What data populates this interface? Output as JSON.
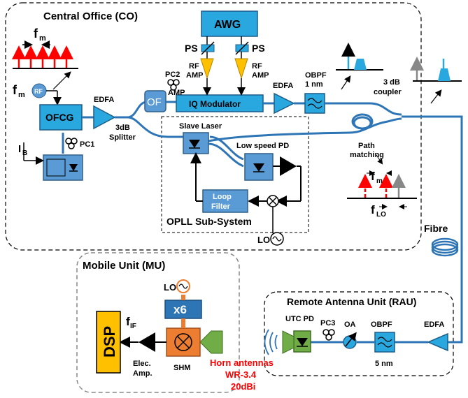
{
  "sections": {
    "co": "Central Office (CO)",
    "opll": "OPLL Sub-System",
    "rau": "Remote Antenna Unit (RAU)",
    "mu": "Mobile Unit (MU)"
  },
  "blocks": {
    "awg": "AWG",
    "ofcg": "OFCG",
    "iq": "IQ Modulator",
    "of": "OF",
    "rf": "RF",
    "x6": "x6",
    "dsp": "DSP",
    "loop1": "Loop",
    "loop2": "Filter"
  },
  "labels": {
    "fm_top": "f",
    "fm_top_sub": "m",
    "fm_rf": "f",
    "fm_rf_sub": "m",
    "ib": "I",
    "ib_sub": "B",
    "pc1": "PC1",
    "pc2": "PC2",
    "pc3": "PC3",
    "edfa1": "EDFA",
    "edfa2": "EDFA",
    "edfa3": "EDFA",
    "splitter1": "3dB",
    "splitter2": "Splitter",
    "ps_left": "PS",
    "ps_right": "PS",
    "rfamp_left1": "RF",
    "rfamp_left2": "AMP",
    "rfamp_right1": "RF",
    "rfamp_right2": "AMP",
    "amp_pc2": "AMP",
    "obpf1": "OBPF",
    "obpf1_bw": "1 nm",
    "coupler1": "3 dB",
    "coupler2": "coupler",
    "path1": "Path",
    "path2": "matching",
    "slave": "Slave Laser",
    "lspd": "Low speed PD",
    "lo_opll": "LO",
    "fm_spec": "f",
    "fm_spec_sub": "m",
    "flo": "f",
    "flo_sub": "LO",
    "fibre": "Fibre",
    "utc": "UTC PD",
    "oa": "OA",
    "obpf2": "OBPF",
    "obpf2_bw": "5 nm",
    "lo_mu": "LO",
    "fif": "f",
    "fif_sub": "IF",
    "elec1": "Elec.",
    "elec2": "Amp.",
    "shm": "SHM",
    "horn1": "Horn antennas",
    "horn2": "WR-3.4",
    "horn3": "20dBi"
  },
  "colors": {
    "fibre": "#2e75b6",
    "block": "#29a8e0",
    "opll_block": "#5b9bd5",
    "amp_yellow": "#ffc000",
    "horn_green": "#70ad47",
    "shm_orange": "#ed7d31",
    "dsp_yellow": "#ffc000",
    "spectrum_red": "#ff0000",
    "horn_label_red": "#ff0000"
  }
}
